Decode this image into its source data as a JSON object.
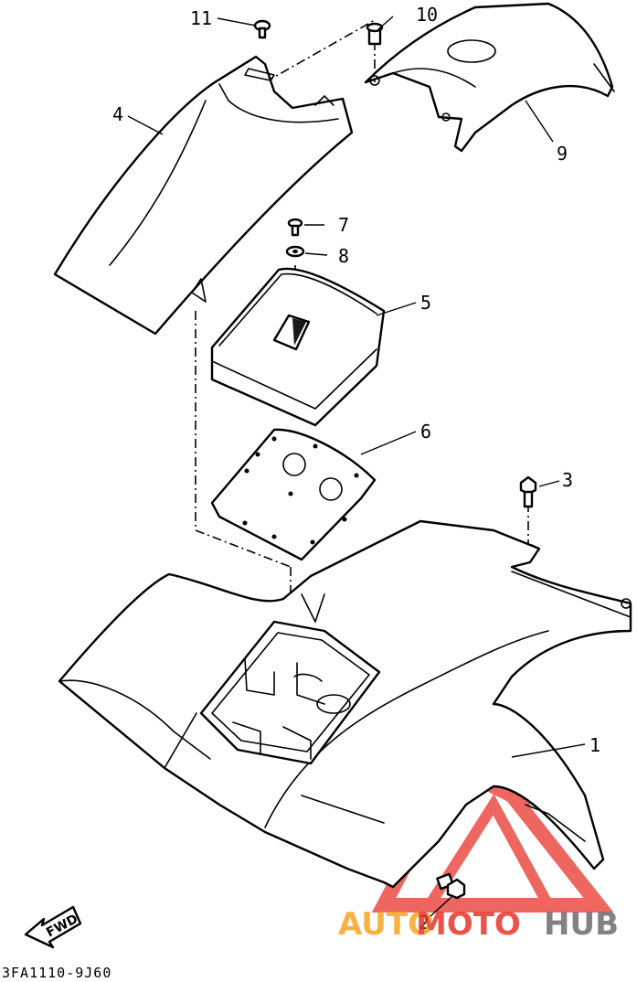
{
  "callouts": {
    "c1": "1",
    "c2": "2",
    "c3": "3",
    "c4": "4",
    "c5": "5",
    "c6": "6",
    "c7": "7",
    "c8": "8",
    "c9": "9",
    "c10": "10",
    "c11": "11"
  },
  "diagram_code": "3FA1110-9J60",
  "fwd_label": "FWD",
  "watermark": {
    "part1": "AUTO",
    "part2": "MOTO",
    "part3": "HUB",
    "color_orange": "#f5a623",
    "color_red": "#e8352b",
    "color_gray": "#6d6d6d"
  }
}
